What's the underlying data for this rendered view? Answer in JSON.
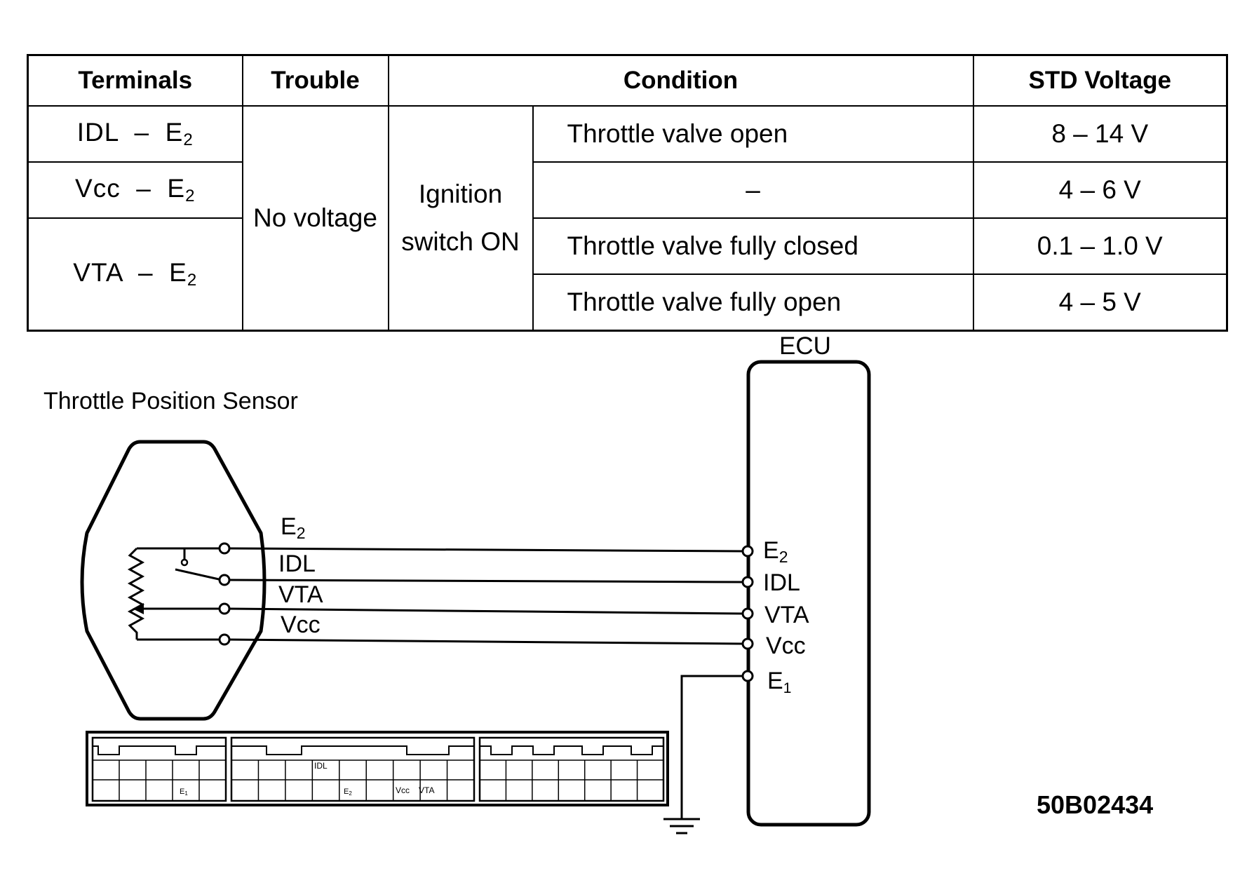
{
  "table": {
    "headers": {
      "terminals": "Terminals",
      "trouble": "Trouble",
      "condition": "Condition",
      "std_voltage": "STD Voltage"
    },
    "terminals": [
      {
        "name": "IDL",
        "sep": "–",
        "ground": "E",
        "sub": "2"
      },
      {
        "name": "Vcc",
        "sep": "–",
        "ground": "E",
        "sub": "2"
      },
      {
        "name": "VTA",
        "sep": "–",
        "ground": "E",
        "sub": "2"
      }
    ],
    "trouble": "No voltage",
    "ignition_line1": "Ignition",
    "ignition_line2": "switch ON",
    "conditions": [
      {
        "text": "Throttle valve open",
        "voltage": "8 – 14 V"
      },
      {
        "text": "–",
        "voltage": "4 – 6 V"
      },
      {
        "text": "Throttle valve fully closed",
        "voltage": "0.1 – 1.0 V"
      },
      {
        "text": "Throttle valve fully open",
        "voltage": "4 – 5 V"
      }
    ]
  },
  "diagram": {
    "sensor_title": "Throttle Position Sensor",
    "ecu_label": "ECU",
    "wires": [
      {
        "name": "E",
        "sub": "2"
      },
      {
        "name": "IDL",
        "sub": ""
      },
      {
        "name": "VTA",
        "sub": ""
      },
      {
        "name": "Vcc",
        "sub": ""
      }
    ],
    "ecu_terminals": [
      {
        "name": "E",
        "sub": "2"
      },
      {
        "name": "IDL",
        "sub": ""
      },
      {
        "name": "VTA",
        "sub": ""
      },
      {
        "name": "Vcc",
        "sub": ""
      },
      {
        "name": "E",
        "sub": "1"
      }
    ],
    "connector_labels": {
      "e1": "E",
      "e1_sub": "1",
      "idl": "IDL",
      "e2": "E",
      "e2_sub": "2",
      "vcc": "Vcc",
      "vta": "VTA"
    },
    "figure_code": "50B02434"
  }
}
